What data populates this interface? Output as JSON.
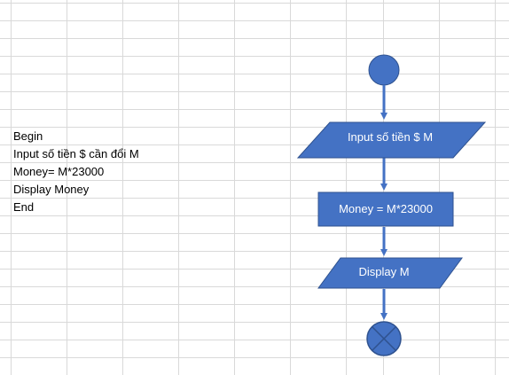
{
  "pseudocode": {
    "lines": [
      "Begin",
      "Input số tiền $ cần đổi M",
      "Money= M*23000",
      "Display Money",
      "End"
    ]
  },
  "flowchart": {
    "input_label": "Input số tiền $ M",
    "process_label": "Money = M*23000",
    "output_label": "Display M"
  },
  "colors": {
    "gridline": "#d9d9d9",
    "shape_fill": "#4472c4",
    "shape_stroke": "#2f528f",
    "text": "#000000"
  }
}
